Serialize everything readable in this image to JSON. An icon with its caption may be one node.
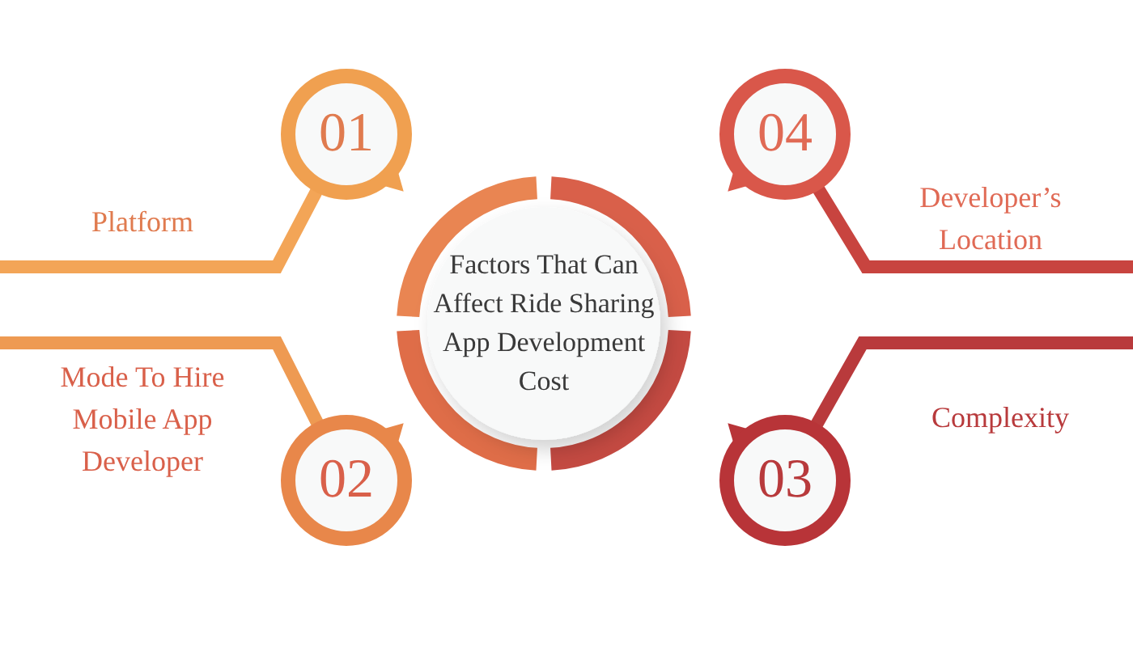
{
  "diagram": {
    "nodes": [
      {
        "text": [
          "Factors That Can Affect Ride Sharing App Development Cost"
        ]
      },
      {
        "text": [
          "01"
        ],
        "beside": [
          "Platform"
        ]
      },
      {
        "text": [
          "02"
        ],
        "beside": [
          "Mode To Hire Mobile App Developer"
        ]
      },
      {
        "text": [
          "03"
        ],
        "beside": [
          "Complexity"
        ]
      },
      {
        "text": [
          "04"
        ],
        "beside": [
          "Developer’s Location"
        ]
      }
    ],
    "edges": [
      {
        "from": 1,
        "to": null,
        "arrow": "none",
        "color": "#f3a557"
      },
      {
        "from": 2,
        "to": null,
        "arrow": "none",
        "color": "#ee9a52"
      },
      {
        "from": 3,
        "to": null,
        "arrow": "none",
        "color": "#b93a3c"
      },
      {
        "from": 4,
        "to": null,
        "arrow": "none",
        "color": "#c8443f"
      }
    ]
  }
}
